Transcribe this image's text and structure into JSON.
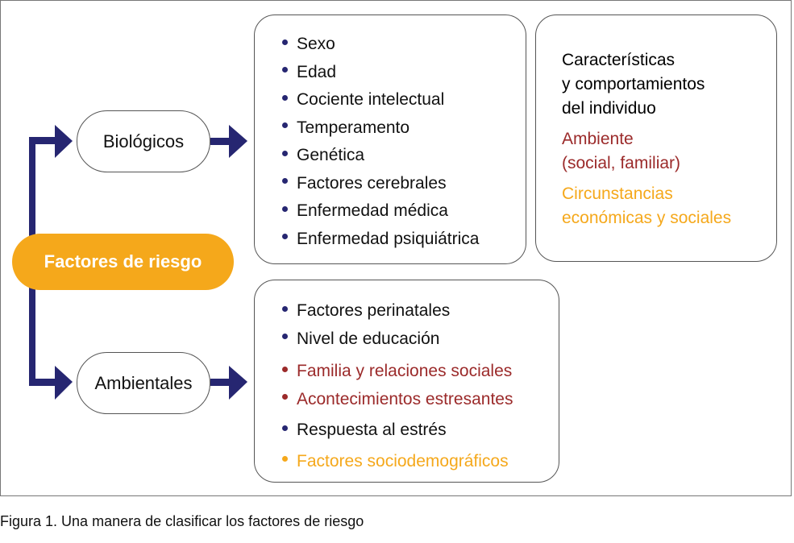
{
  "colors": {
    "navy": "#262671",
    "orange": "#F5A81B",
    "red": "#9B2A2A",
    "text": "#111111"
  },
  "root": {
    "label": "Factores de riesgo"
  },
  "branches": [
    {
      "label": "Biológicos",
      "items": [
        {
          "text": "Sexo",
          "category": "individuo"
        },
        {
          "text": "Edad",
          "category": "individuo"
        },
        {
          "text": "Cociente intelectual",
          "category": "individuo"
        },
        {
          "text": "Temperamento",
          "category": "individuo"
        },
        {
          "text": "Genética",
          "category": "individuo"
        },
        {
          "text": "Factores cerebrales",
          "category": "individuo"
        },
        {
          "text": "Enfermedad médica",
          "category": "individuo"
        },
        {
          "text": "Enfermedad psiquiátrica",
          "category": "individuo"
        }
      ]
    },
    {
      "label": "Ambientales",
      "items": [
        {
          "text": "Factores perinatales",
          "category": "individuo"
        },
        {
          "text": "Nivel de educación",
          "category": "individuo"
        },
        {
          "text": "Familia y relaciones sociales",
          "category": "ambiente"
        },
        {
          "text": "Acontecimientos estresantes",
          "category": "ambiente"
        },
        {
          "text": "Respuesta al estrés",
          "category": "individuo"
        },
        {
          "text": "Factores sociodemográficos",
          "category": "circunstancias"
        }
      ]
    }
  ],
  "legend": {
    "individuo": [
      "Características",
      "y comportamientos",
      "del individuo"
    ],
    "ambiente": [
      "Ambiente",
      "(social, familiar)"
    ],
    "circunstancias": [
      "Circunstancias",
      "económicas y sociales"
    ]
  },
  "caption": {
    "label": "Figura 1.",
    "text": " Una manera de clasificar los factores de riesgo"
  }
}
